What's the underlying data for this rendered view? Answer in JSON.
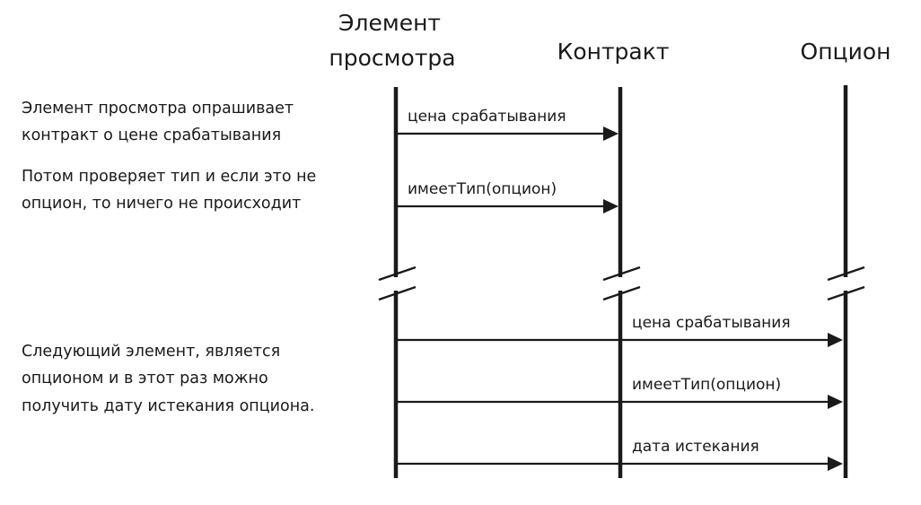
{
  "participants": [
    {
      "id": "view-element",
      "name_lines": [
        "Элемент",
        "просмотра"
      ]
    },
    {
      "id": "contract",
      "name_lines": [
        "Контракт"
      ]
    },
    {
      "id": "option",
      "name_lines": [
        "Опцион"
      ]
    }
  ],
  "messages": [
    {
      "from": "view-element",
      "to": "contract",
      "label": "цена срабатывания"
    },
    {
      "from": "view-element",
      "to": "contract",
      "label": "имеетТип(опцион)"
    },
    {
      "from": "view-element",
      "to": "option",
      "label": "цена срабатывания"
    },
    {
      "from": "view-element",
      "to": "option",
      "label": "имеетТип(опцион)"
    },
    {
      "from": "view-element",
      "to": "option",
      "label": "дата истекания"
    }
  ],
  "notes": [
    {
      "lines": [
        "Элемент просмотра опрашивает",
        "контракт о цене срабатывания"
      ]
    },
    {
      "lines": [
        "Потом проверяет тип и если это не",
        "опцион, то ничего не происходит"
      ]
    },
    {
      "lines": [
        "Следующий элемент, является",
        "опционом и в этот раз можно",
        "получить дату истекания опциона."
      ]
    }
  ]
}
